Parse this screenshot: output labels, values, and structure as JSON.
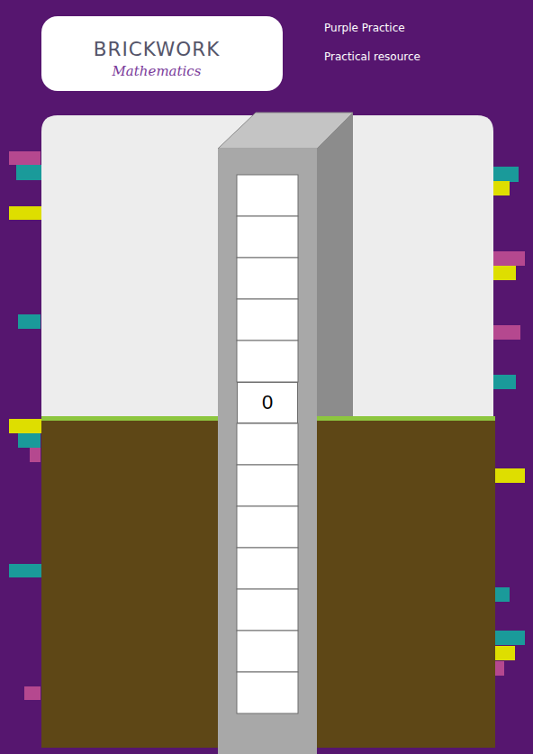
{
  "diagram": {
    "nodes": [
      {
        "text": [
          "BRICKWORK",
          "Mathematics"
        ]
      },
      {
        "text": [
          "0"
        ]
      }
    ],
    "labels": [
      "Purple Practice",
      "Practical resource"
    ]
  }
}
